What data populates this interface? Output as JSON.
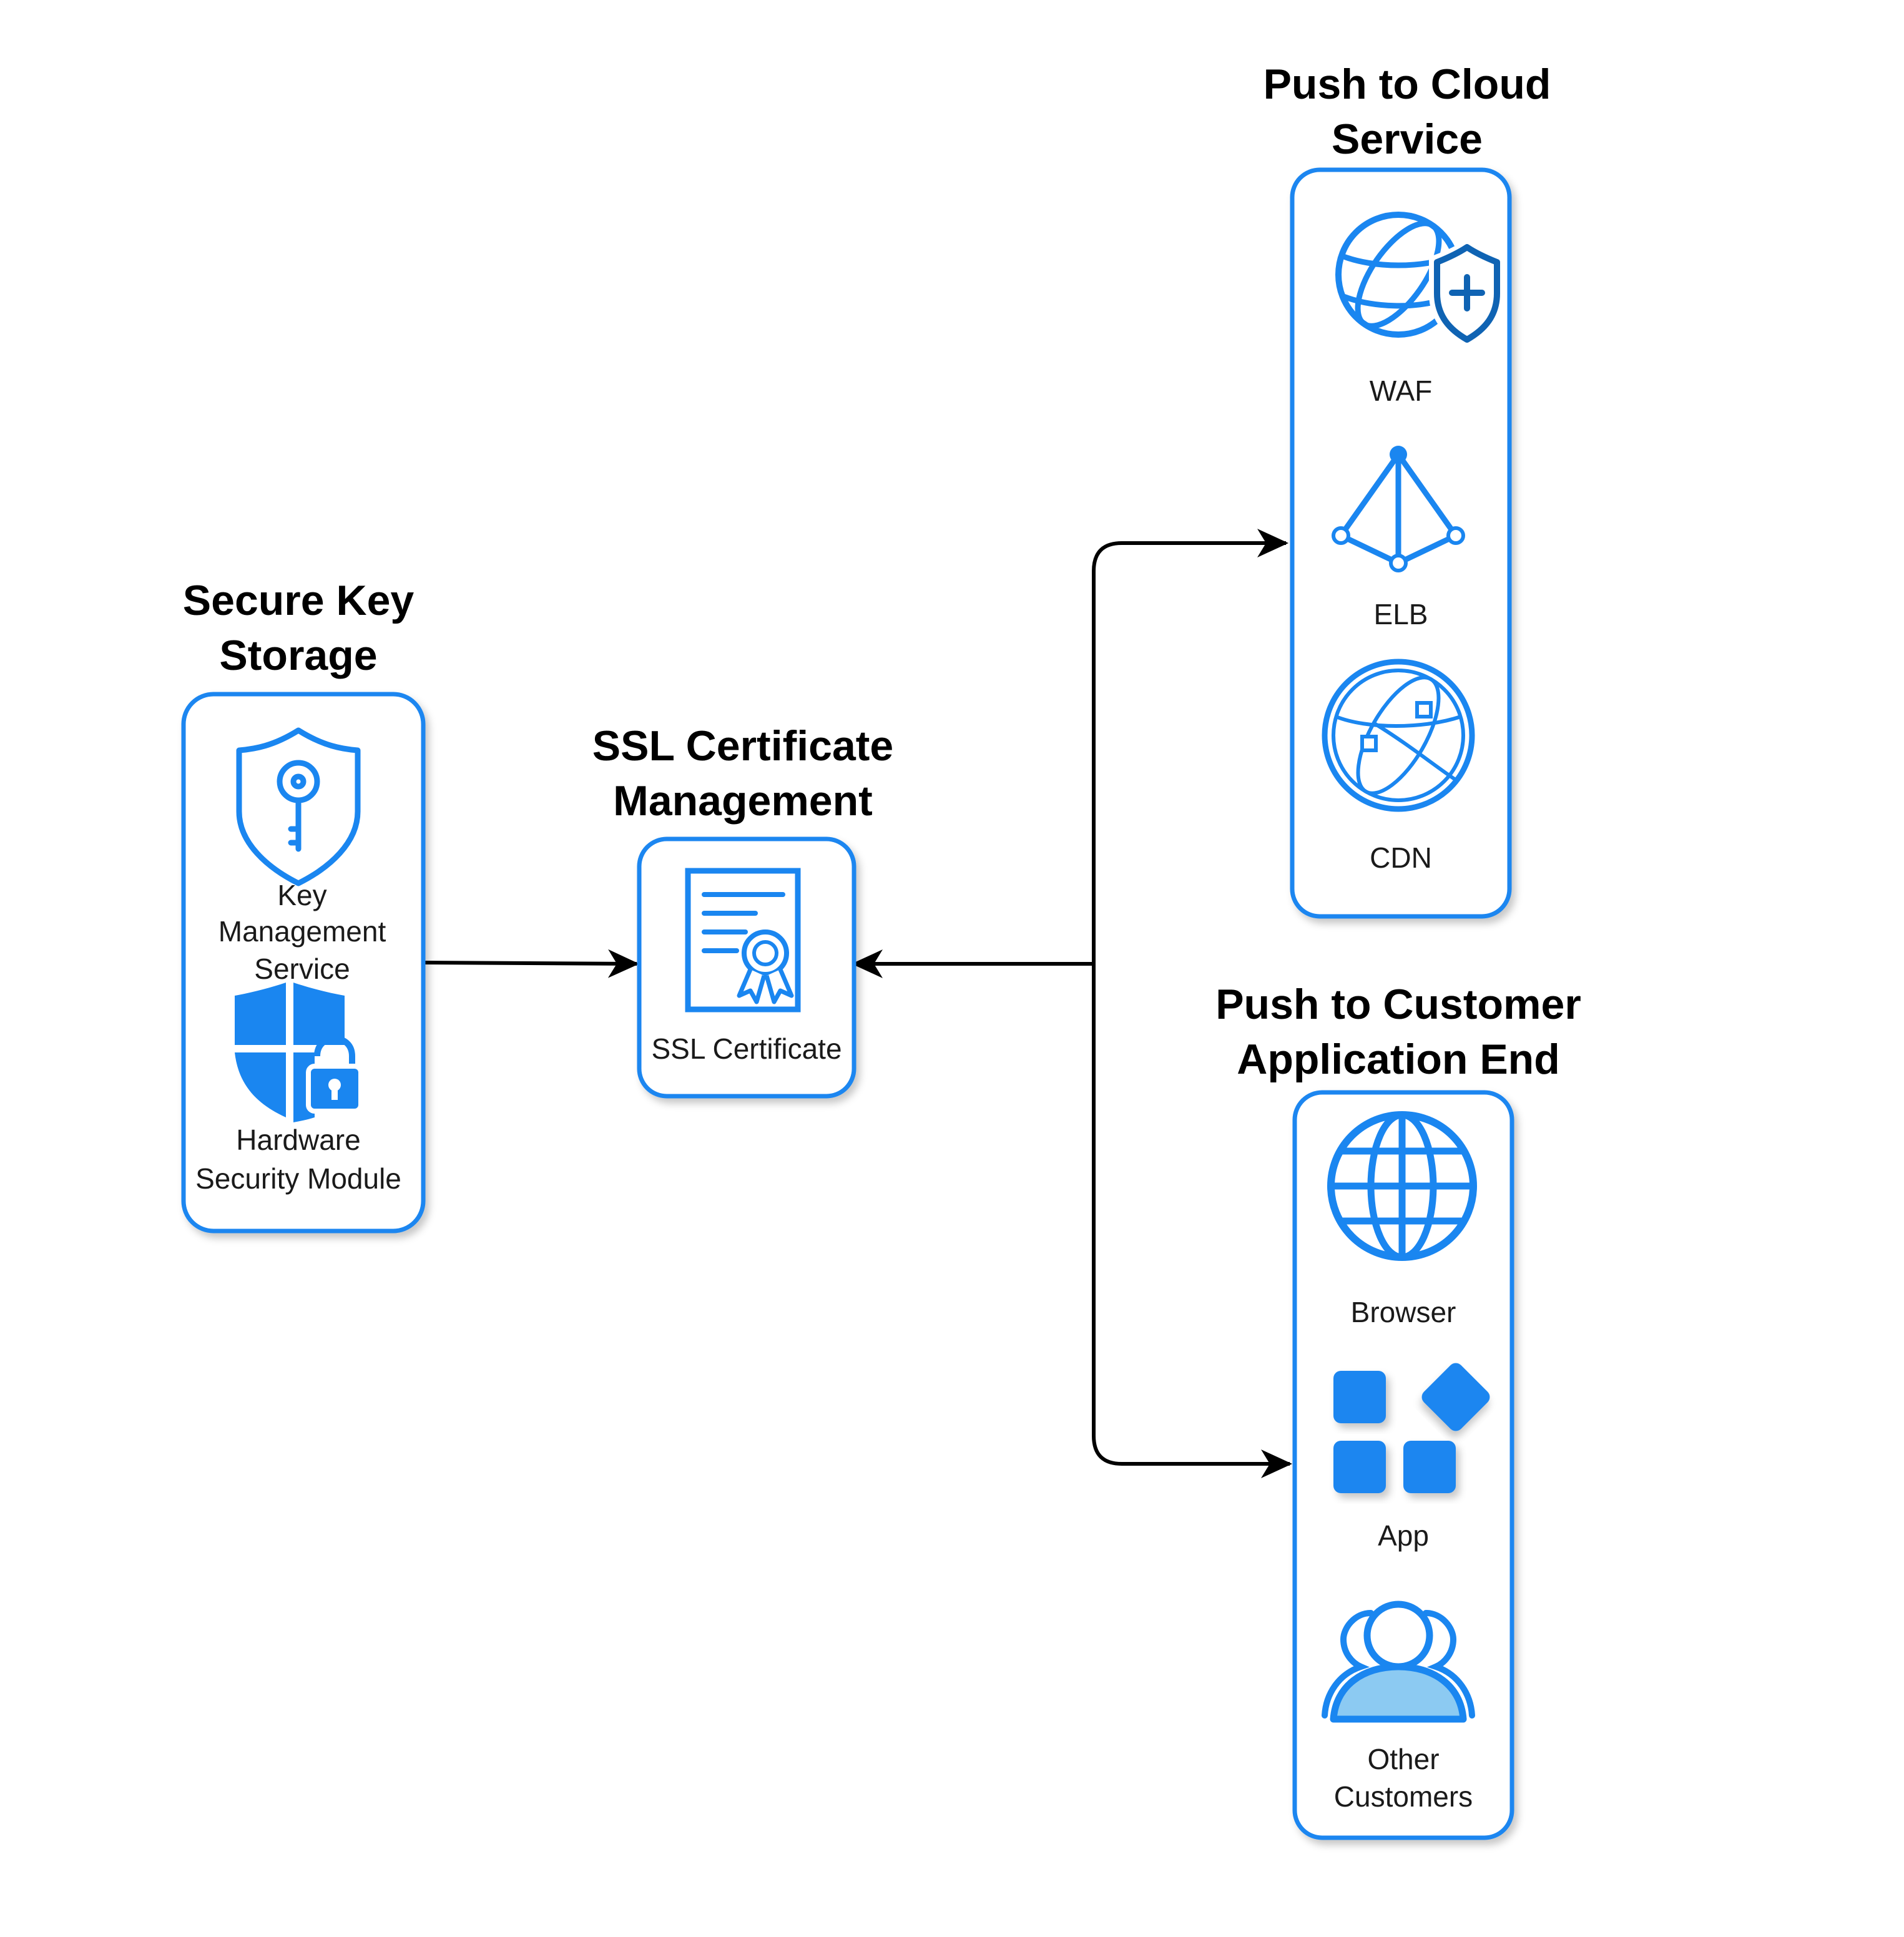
{
  "colors": {
    "accent": "#1a86f0",
    "dark_accent": "#0f63b3",
    "light_accent": "#8ccaf2"
  },
  "groups": {
    "secure_key_storage": {
      "title_line1": "Secure Key",
      "title_line2": "Storage",
      "nodes": {
        "kms": {
          "icon": "key-shield-icon",
          "label_line1": "Key",
          "label_line2": "Management",
          "label_line3": "Service"
        },
        "hsm": {
          "icon": "locked-shield-icon",
          "label_line1": "Hardware",
          "label_line2": "Security Module"
        }
      }
    },
    "ssl_certificate_management": {
      "title_line1": "SSL Certificate",
      "title_line2": "Management",
      "nodes": {
        "ssl": {
          "icon": "certificate-icon",
          "label": "SSL Certificate"
        }
      }
    },
    "push_to_cloud_service": {
      "title_line1": "Push to Cloud",
      "title_line2": "Service",
      "nodes": {
        "waf": {
          "icon": "globe-shield-icon",
          "label": "WAF"
        },
        "elb": {
          "icon": "load-balancer-icon",
          "label": "ELB"
        },
        "cdn": {
          "icon": "cdn-globe-icon",
          "label": "CDN"
        }
      }
    },
    "push_to_customer_application_end": {
      "title_line1": "Push to Customer",
      "title_line2": "Application End",
      "nodes": {
        "browser": {
          "icon": "globe-icon",
          "label": "Browser"
        },
        "app": {
          "icon": "app-grid-icon",
          "label": "App"
        },
        "customers": {
          "icon": "users-icon",
          "label_line1": "Other",
          "label_line2": "Customers"
        }
      }
    }
  },
  "edges": [
    {
      "from": "Secure Key Storage",
      "to": "SSL Certificate Management"
    },
    {
      "from": "SSL Certificate Management",
      "to": "Push to Cloud Service"
    },
    {
      "from": "SSL Certificate Management",
      "to": "Push to Customer Application End"
    }
  ]
}
